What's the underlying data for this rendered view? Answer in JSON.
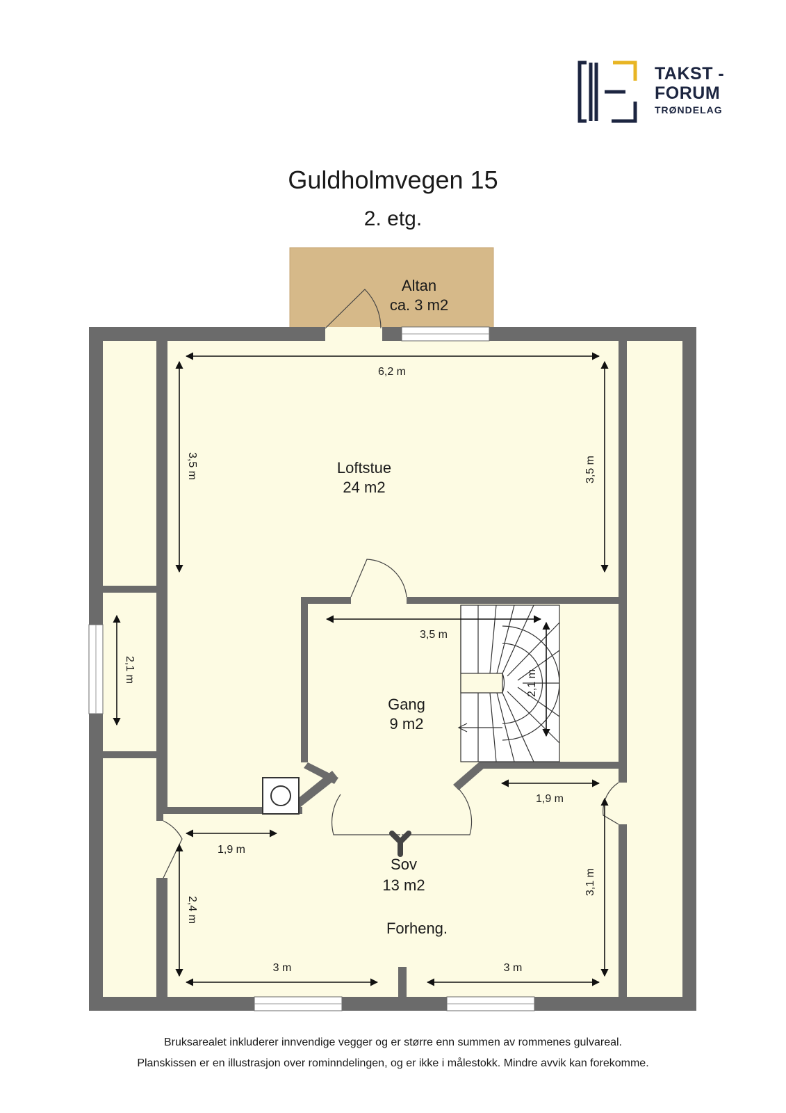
{
  "header": {
    "title": "Guldholmvegen 15",
    "subtitle": "2. etg."
  },
  "logo": {
    "line1": "TAKST -",
    "line2": "FORUM",
    "line3": "TRØNDELAG"
  },
  "rooms": {
    "altan": {
      "name": "Altan",
      "area": "ca. 3 m2"
    },
    "loftstue": {
      "name": "Loftstue",
      "area": "24 m2"
    },
    "gang": {
      "name": "Gang",
      "area": "9 m2"
    },
    "sov": {
      "name": "Sov",
      "area": "13 m2"
    },
    "forheng": "Forheng."
  },
  "dimensions": {
    "loftstue_width": "6,2 m",
    "loftstue_depth_left": "3,5 m",
    "loftstue_depth_right": "3,5 m",
    "west_hall": "2,1 m",
    "gang_width": "3,5 m",
    "stair": "2,1 m",
    "sov_top_right": "1,9 m",
    "sov_top_left": "1,9 m",
    "sov_left": "2,4 m",
    "sov_right": "3,1 m",
    "sov_bottom_left": "3 m",
    "sov_bottom_right": "3 m"
  },
  "footer": {
    "line1": "Bruksarealet inkluderer innvendige vegger og er større enn summen av rommenes gulvareal.",
    "line2": "Planskissen er en illustrasjon over rominndelingen, og er ikke i målestokk. Mindre avvik kan forekomme."
  },
  "colors": {
    "wall": "#6b6b6b",
    "floor": "#fdfbe3",
    "balcony": "#d6b989",
    "text": "#1a1a1a",
    "logo_navy": "#1c2540",
    "logo_gold": "#e8b524"
  }
}
